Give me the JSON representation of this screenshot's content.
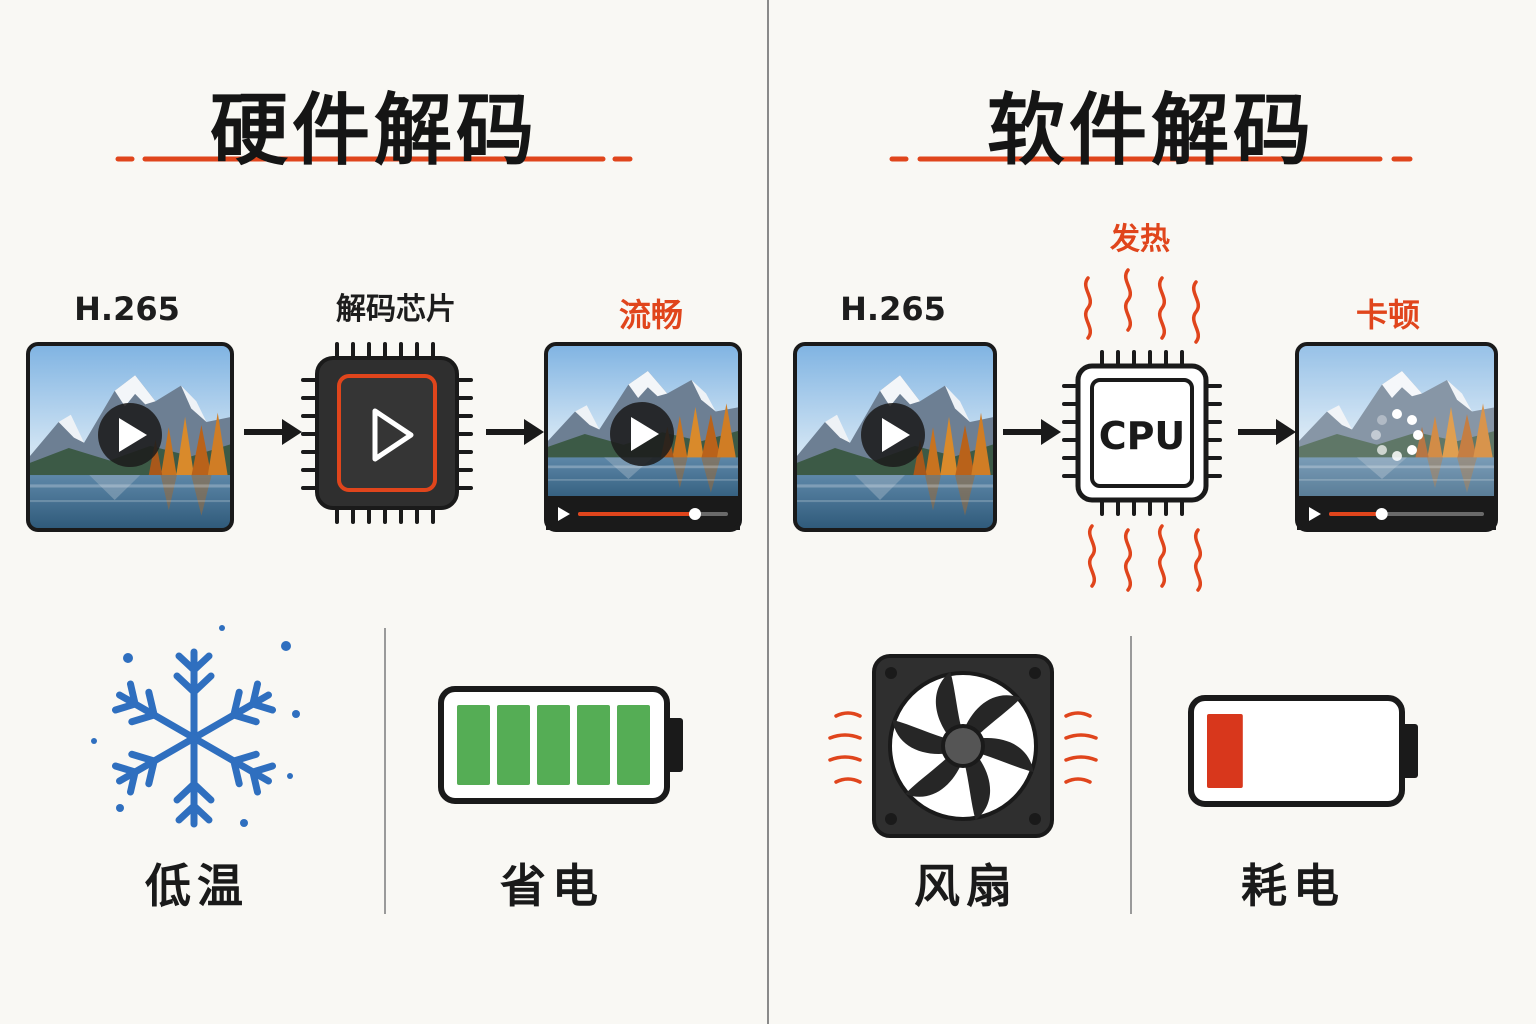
{
  "colors": {
    "background": "#f9f8f4",
    "accent": "#e0451c",
    "outline": "#1a1a1a",
    "chip_dark": "#2f2f2f",
    "snow_blue": "#2f6fbf",
    "battery_green": "#55ad55",
    "battery_red": "#d8371c"
  },
  "hardware": {
    "title": "硬件解码",
    "input_label": "H.265",
    "chip_label": "解码芯片",
    "result_label": "流畅",
    "progress": 0.78,
    "features": [
      {
        "label": "低温",
        "icon": "snowflake-icon"
      },
      {
        "label": "省电",
        "icon": "battery-full-icon",
        "level": 1.0
      }
    ]
  },
  "software": {
    "title": "软件解码",
    "input_label": "H.265",
    "heat_label": "发热",
    "cpu_label": "CPU",
    "result_label": "卡顿",
    "progress": 0.34,
    "features": [
      {
        "label": "风扇",
        "icon": "fan-icon"
      },
      {
        "label": "耗电",
        "icon": "battery-low-icon",
        "level": 0.2
      }
    ]
  }
}
